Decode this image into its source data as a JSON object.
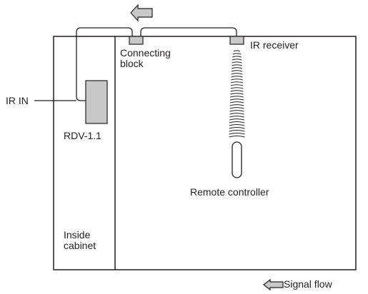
{
  "labels": {
    "connecting_block_line1": "Connecting",
    "connecting_block_line2": "block",
    "ir_receiver": "IR receiver",
    "ir_in": "IR IN",
    "device": "RDV-1.1",
    "remote_controller": "Remote controller",
    "inside_cabinet_line1": "Inside",
    "inside_cabinet_line2": "cabinet",
    "signal_flow": "Signal flow"
  },
  "colors": {
    "stroke": "#231f20",
    "component_fill": "#c8c8c8",
    "arrow_fill": "#c8c8c8",
    "background": "#ffffff"
  },
  "icons": {
    "signal_flow_arrow": "left-arrow-icon",
    "infrared_waves": "ir-waves-icon"
  }
}
